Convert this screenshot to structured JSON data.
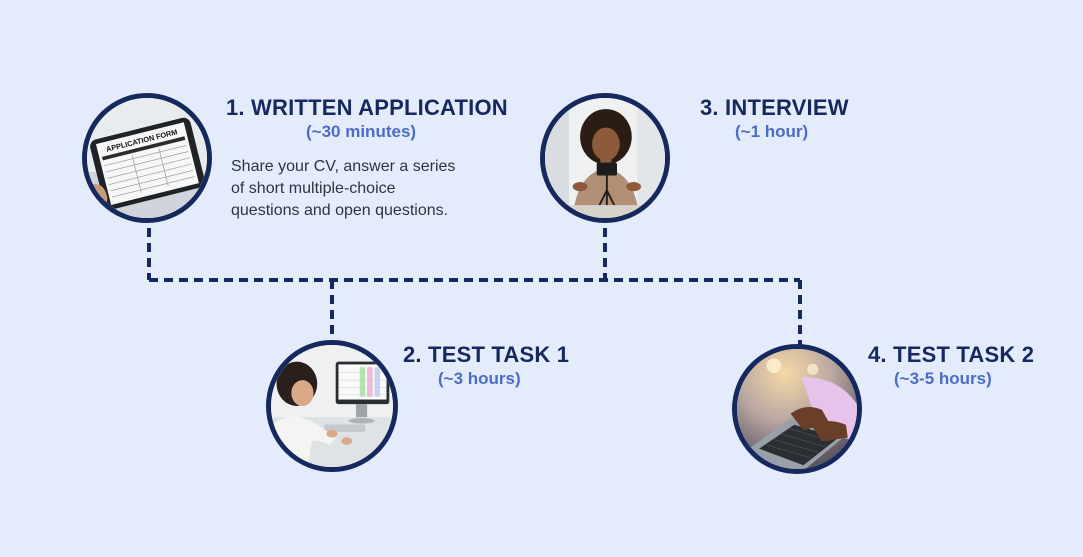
{
  "steps": [
    {
      "title": "1. WRITTEN APPLICATION",
      "duration": "(~30 minutes)",
      "description_lines": [
        "Share your CV, answer a series",
        "of short multiple-choice",
        "questions and open questions."
      ],
      "photo": "tablet-application-form-photo",
      "photo_label": "APPLICATION FORM"
    },
    {
      "title": "2. TEST TASK 1",
      "duration": "(~3 hours)",
      "photo": "woman-at-computer-photo"
    },
    {
      "title": "3. INTERVIEW",
      "duration": "(~1 hour)",
      "photo": "woman-video-interview-photo"
    },
    {
      "title": "4. TEST TASK 2",
      "duration": "(~3-5 hours)",
      "photo": "hands-typing-laptop-photo"
    }
  ],
  "colors": {
    "background": "#e4ecfb",
    "title": "#15295e",
    "duration": "#4d6cc4",
    "connector": "#15295e",
    "circle_border": "#15295e"
  }
}
